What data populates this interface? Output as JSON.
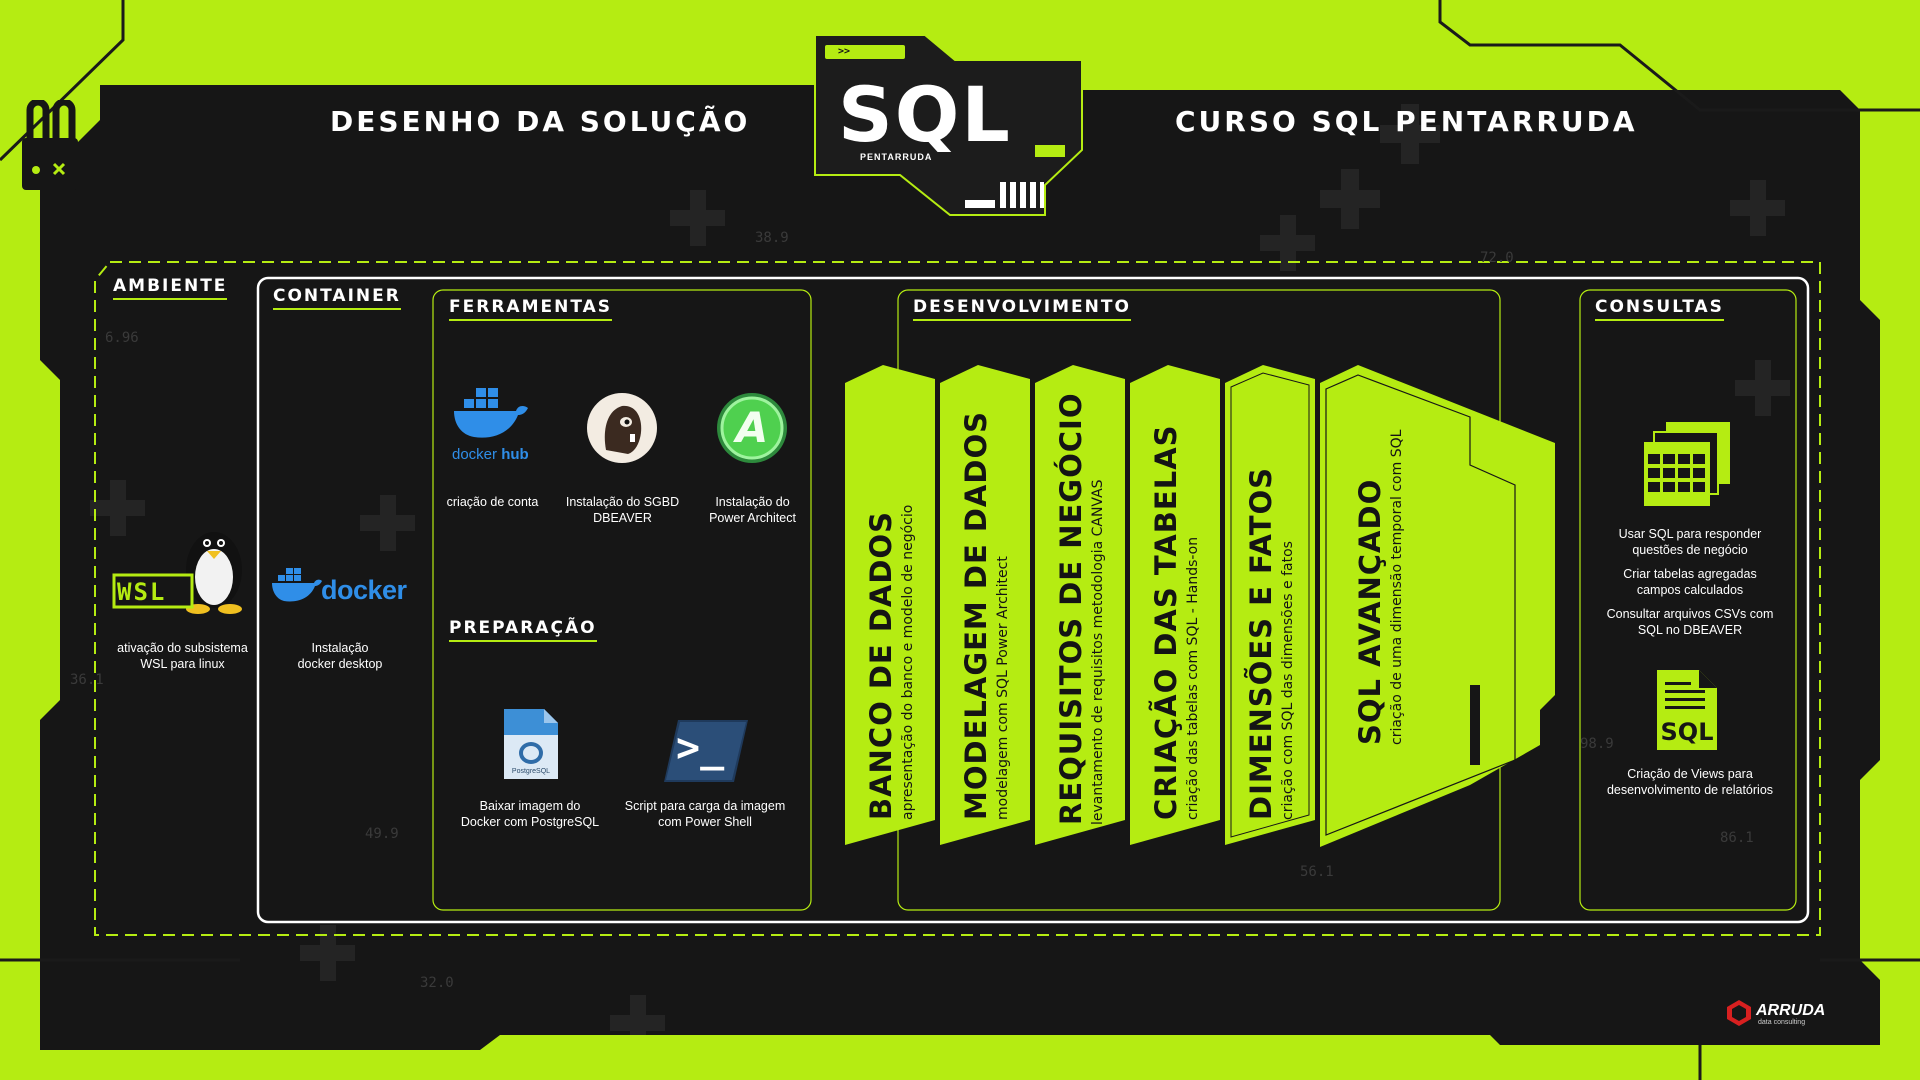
{
  "header": {
    "left_title": "DESENHO DA SOLUÇÃO",
    "right_title": "CURSO SQL PENTARRUDA",
    "logo_main": "SQL",
    "logo_sub": "PENTARRUDA",
    "logo_prompt": ">>"
  },
  "sections": {
    "ambiente": {
      "title": "AMBIENTE",
      "logo_text": "WSL",
      "caption": "ativação do subsistema\nWSL para linux"
    },
    "container": {
      "title": "CONTAINER",
      "logo_text": "docker",
      "caption": "Instalação\ndocker desktop"
    },
    "ferramentas": {
      "title": "FERRAMENTAS",
      "items": [
        {
          "name": "docker hub",
          "logo_a": "docker",
          "logo_b": "hub",
          "caption": "criação de conta"
        },
        {
          "name": "dbeaver",
          "caption": "Instalação do SGBD\nDBEAVER"
        },
        {
          "name": "power-architect",
          "logo_letter": "A",
          "caption": "Instalação do\nPower Architect"
        }
      ]
    },
    "preparacao": {
      "title": "PREPARAÇÃO",
      "items": [
        {
          "name": "postgresql",
          "logo_text": "PostgreSQL",
          "caption": "Baixar imagem do\nDocker com PostgreSQL"
        },
        {
          "name": "powershell",
          "logo_text": ">_",
          "caption": "Script para carga da imagem\ncom Power Shell"
        }
      ]
    },
    "desenvolvimento": {
      "title": "DESENVOLVIMENTO",
      "cards": [
        {
          "title": "BANCO DE DADOS",
          "subtitle": "apresentação do banco e modelo de negócio"
        },
        {
          "title": "MODELAGEM DE DADOS",
          "subtitle": "modelagem com SQL Power Architect"
        },
        {
          "title": "REQUISITOS DE NEGÓCIO",
          "subtitle": "levantamento de requisitos metodologia CANVAS"
        },
        {
          "title": "CRIAÇÃO DAS TABELAS",
          "subtitle": "criação das tabelas com SQL - Hands-on"
        },
        {
          "title": "DIMENSÕES E FATOS",
          "subtitle": "criação com SQL das dimensões e fatos"
        },
        {
          "title": "SQL AVANÇADO",
          "subtitle": "criação de uma dimensão temporal com SQL"
        }
      ]
    },
    "consultas": {
      "title": "CONSULTAS",
      "lines_top": [
        "Usar SQL para responder\nquestões de negócio",
        "Criar tabelas agregadas\ncampos calculados",
        "Consultar arquivos CSVs com\nSQL no DBEAVER"
      ],
      "sql_icon_text": "SQL",
      "line_bottom": "Criação de Views para\ndesenvolvimento de relatórios"
    }
  },
  "footer": {
    "brand": "ARRUDA",
    "brand_sub": "data consulting"
  },
  "decor_numbers": [
    "38.9",
    "72.0",
    "6.96",
    "36.1",
    "49.9",
    "86.1",
    "56.1",
    "32.0",
    "98.9"
  ],
  "colors": {
    "lime": "#b5ec12",
    "dark": "#1a1a1a",
    "panel": "#161616"
  }
}
